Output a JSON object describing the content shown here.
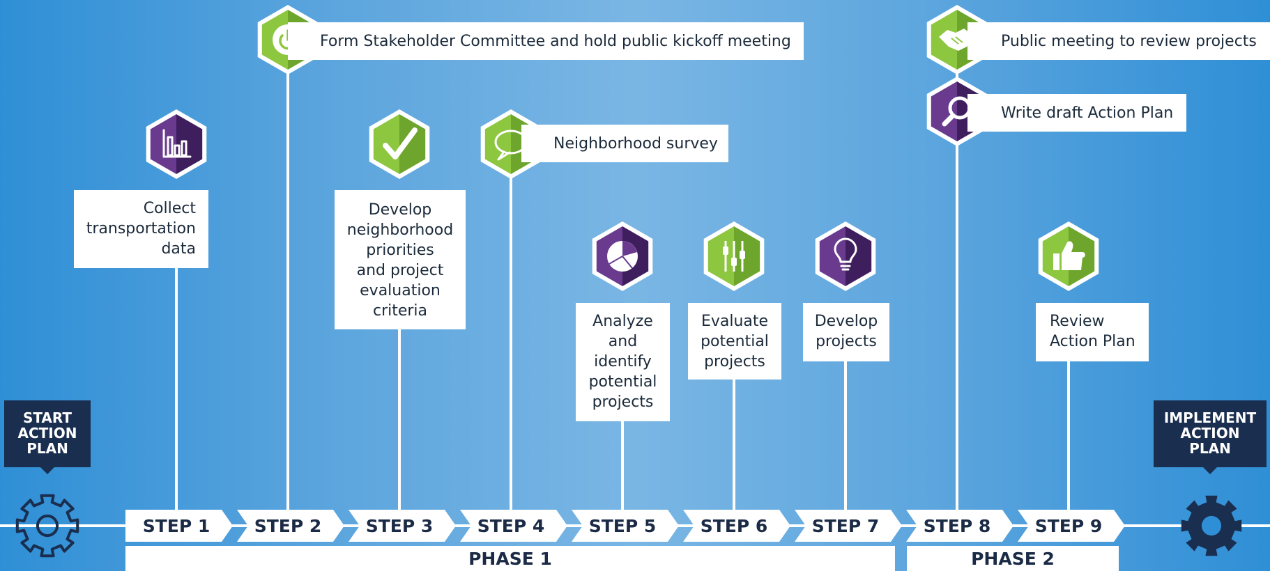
{
  "start_flag": [
    "START",
    "ACTION",
    "PLAN"
  ],
  "end_flag": [
    "IMPLEMENT",
    "ACTION",
    "PLAN"
  ],
  "steps": [
    {
      "label": "STEP 1",
      "text": [
        "Collect",
        "transportation",
        "data"
      ],
      "icon": "bar-chart-icon"
    },
    {
      "label": "STEP 2",
      "text": [
        "Form Stakeholder Committee and hold public kickoff meeting"
      ],
      "icon": "power-icon"
    },
    {
      "label": "STEP 3",
      "text": [
        "Develop",
        "neighborhood",
        "priorities",
        "and project",
        "evaluation",
        "criteria"
      ],
      "icon": "checkmark-icon"
    },
    {
      "label": "STEP 4",
      "text": [
        "Neighborhood survey"
      ],
      "icon": "speech-bubble-icon"
    },
    {
      "label": "STEP 5",
      "text": [
        "Analyze",
        "and",
        "identify",
        "potential",
        "projects"
      ],
      "icon": "pie-chart-icon"
    },
    {
      "label": "STEP 6",
      "text": [
        "Evaluate",
        "potential",
        "projects"
      ],
      "icon": "sliders-icon"
    },
    {
      "label": "STEP 7",
      "text": [
        "Develop",
        "projects"
      ],
      "icon": "lightbulb-icon"
    },
    {
      "label": "STEP 8",
      "text": [
        "Public meeting to review projects",
        "Write draft Action Plan"
      ],
      "icon": "handshake-icon"
    },
    {
      "label": "STEP 9",
      "text": [
        "Review",
        "Action Plan"
      ],
      "icon": "thumbs-up-icon"
    }
  ],
  "step8_secondary_icon": "magnifier-icon",
  "phases": [
    "PHASE 1",
    "PHASE 2"
  ],
  "colors": {
    "green": "#8dc63f",
    "green_dark": "#6ea52c",
    "purple": "#6a3a8e",
    "purple_dark": "#3f1e5e",
    "navy": "#1a2e4f",
    "white": "#ffffff"
  }
}
